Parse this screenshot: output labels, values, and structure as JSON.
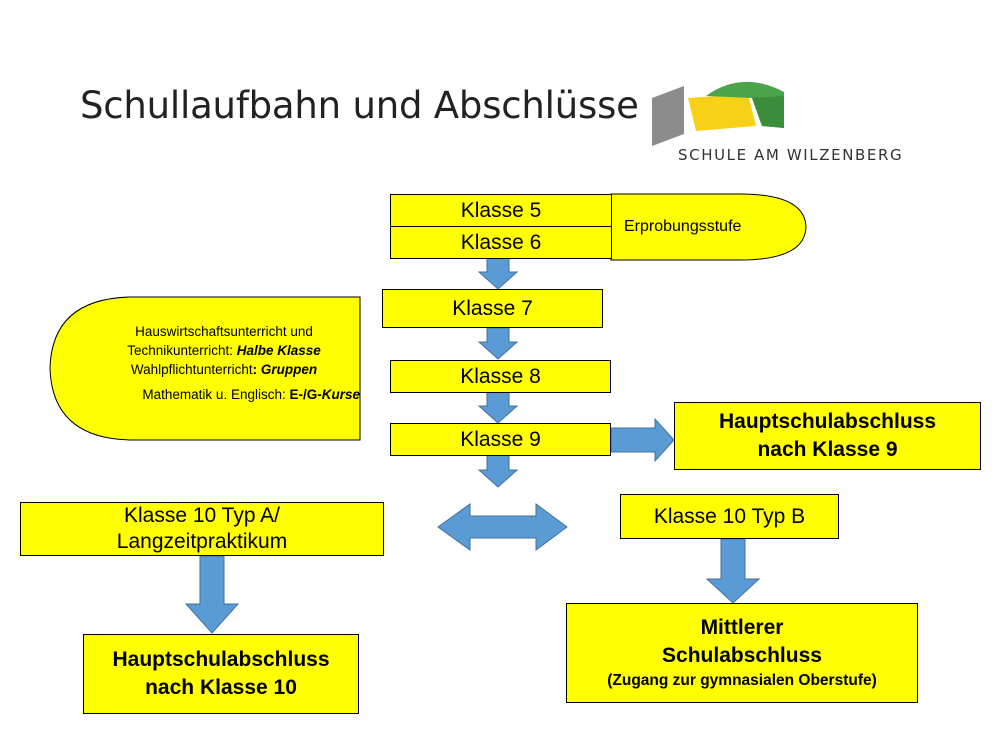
{
  "title": "Schullaufbahn und Abschlüsse",
  "logo": {
    "text": "SCHULE AM WILZENBERG"
  },
  "grades": {
    "k5": "Klasse 5",
    "k6": "Klasse 6",
    "k7": "Klasse 7",
    "k8": "Klasse 8",
    "k9": "Klasse 9"
  },
  "erprobung": "Erprobungsstufe",
  "info": {
    "line1": "Hauswirtschaftsunterricht und",
    "line2_prefix": "Technikunterricht: ",
    "line2_emph": "Halbe Klasse",
    "line3_prefix": "Wahlpflichtunterricht",
    "line3_colon": ": ",
    "line3_emph": "Gruppen",
    "line4_prefix": "Mathematik u. Englisch: ",
    "line4_bold": "E-/G-",
    "line4_emph": "Kurse"
  },
  "hauptschul9": {
    "line1": "Hauptschulabschluss",
    "line2": "nach Klasse 9"
  },
  "typA": {
    "line1": "Klasse 10 Typ A/",
    "line2": "Langzeitpraktikum"
  },
  "typB": "Klasse 10 Typ B",
  "hauptschul10": {
    "line1": "Hauptschulabschluss",
    "line2": "nach Klasse 10"
  },
  "mittlerer": {
    "line1": "Mittlerer",
    "line2": "Schulabschluss",
    "line3": "(Zugang zur gymnasialen Oberstufe)"
  },
  "colors": {
    "box_fill": "#ffff00",
    "arrow_fill": "#5b9bd5",
    "arrow_stroke": "#41719c",
    "logo_gray": "#8c8c8c",
    "logo_yellow": "#f7d117",
    "logo_green": "#4aa54a"
  },
  "icons": [
    "school-logo-icon",
    "arrow-down-icon",
    "arrow-right-icon",
    "double-arrow-icon"
  ]
}
